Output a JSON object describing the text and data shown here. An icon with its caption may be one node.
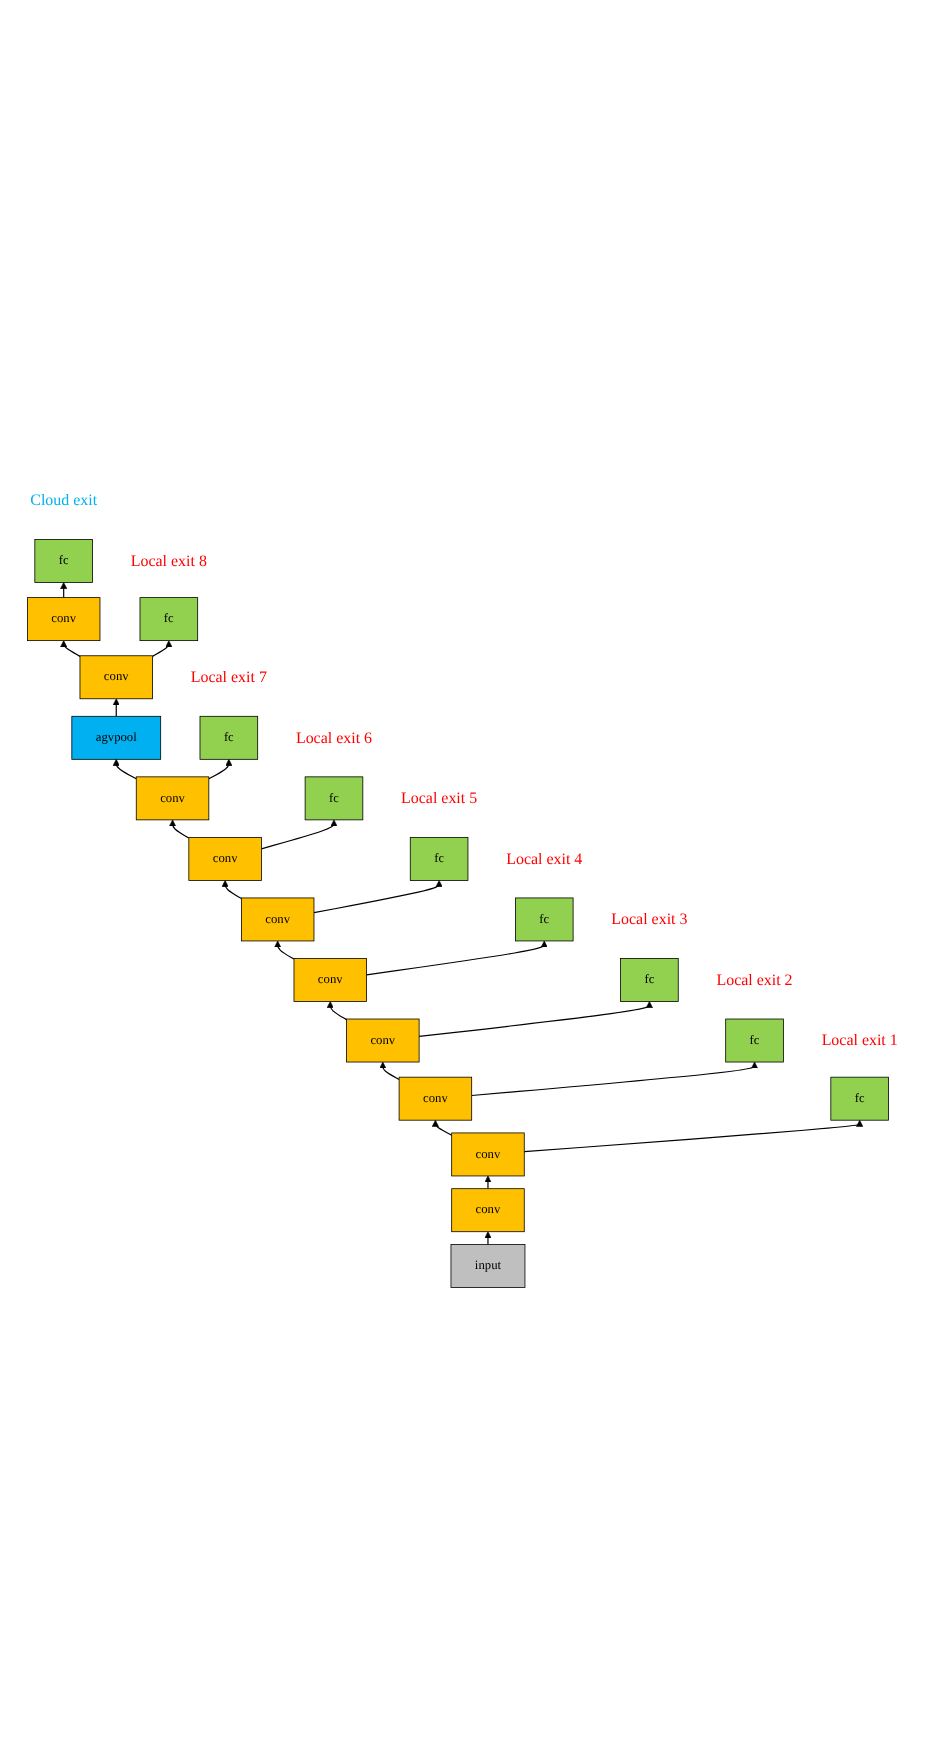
{
  "diagram": {
    "nodes": [
      {
        "text": [
          "fc"
        ],
        "beside": [
          "Cloud exit"
        ]
      },
      {
        "text": [
          "conv"
        ]
      },
      {
        "text": [
          "fc"
        ],
        "beside": [
          "Local exit 8"
        ]
      },
      {
        "text": [
          "conv"
        ]
      },
      {
        "text": [
          "agvpool"
        ]
      },
      {
        "text": [
          "fc"
        ],
        "beside": [
          "Local exit 7"
        ]
      },
      {
        "text": [
          "conv"
        ]
      },
      {
        "text": [
          "fc"
        ],
        "beside": [
          "Local exit 6"
        ]
      },
      {
        "text": [
          "conv"
        ]
      },
      {
        "text": [
          "fc"
        ],
        "beside": [
          "Local exit 5"
        ]
      },
      {
        "text": [
          "conv"
        ]
      },
      {
        "text": [
          "fc"
        ],
        "beside": [
          "Local exit 4"
        ]
      },
      {
        "text": [
          "conv"
        ]
      },
      {
        "text": [
          "fc"
        ],
        "beside": [
          "Local exit 3"
        ]
      },
      {
        "text": [
          "conv"
        ]
      },
      {
        "text": [
          "fc"
        ],
        "beside": [
          "Local exit 2"
        ]
      },
      {
        "text": [
          "conv"
        ]
      },
      {
        "text": [
          "fc"
        ],
        "beside": [
          "Local exit 1"
        ]
      },
      {
        "text": [
          "conv"
        ]
      },
      {
        "text": [
          "conv"
        ]
      },
      {
        "text": [
          "input"
        ]
      }
    ],
    "edges": [
      {
        "from": 20,
        "to": 19,
        "arrow": "to"
      },
      {
        "from": 19,
        "to": 18,
        "arrow": "to"
      },
      {
        "from": 18,
        "to": 16,
        "arrow": "to"
      },
      {
        "from": 18,
        "to": 17,
        "arrow": "to"
      },
      {
        "from": 16,
        "to": 14,
        "arrow": "to"
      },
      {
        "from": 16,
        "to": 15,
        "arrow": "to"
      },
      {
        "from": 14,
        "to": 12,
        "arrow": "to"
      },
      {
        "from": 14,
        "to": 13,
        "arrow": "to"
      },
      {
        "from": 12,
        "to": 10,
        "arrow": "to"
      },
      {
        "from": 12,
        "to": 11,
        "arrow": "to"
      },
      {
        "from": 10,
        "to": 8,
        "arrow": "to"
      },
      {
        "from": 10,
        "to": 9,
        "arrow": "to"
      },
      {
        "from": 8,
        "to": 6,
        "arrow": "to"
      },
      {
        "from": 8,
        "to": 7,
        "arrow": "to"
      },
      {
        "from": 6,
        "to": 4,
        "arrow": "to"
      },
      {
        "from": 6,
        "to": 5,
        "arrow": "to"
      },
      {
        "from": 4,
        "to": 3,
        "arrow": "to"
      },
      {
        "from": 3,
        "to": 1,
        "arrow": "to"
      },
      {
        "from": 3,
        "to": 2,
        "arrow": "to"
      },
      {
        "from": 1,
        "to": 0,
        "arrow": "to"
      }
    ]
  }
}
